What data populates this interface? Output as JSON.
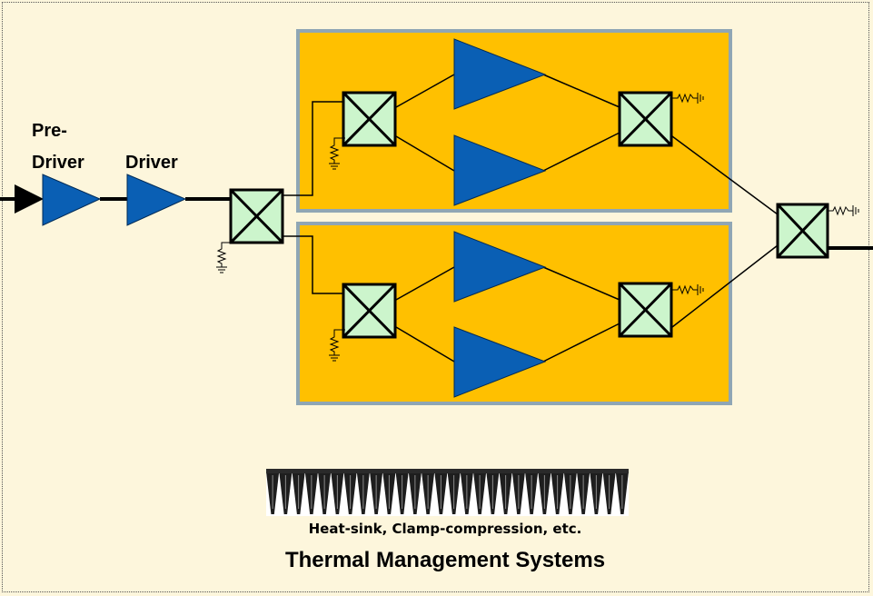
{
  "labels": {
    "pre_driver_line1": "Pre-",
    "pre_driver_line2": "Driver",
    "driver": "Driver"
  },
  "footer": {
    "heatsink_caption": "Heat-sink, Clamp-compression, etc.",
    "thermal_title": "Thermal Management Systems"
  },
  "colors": {
    "background": "#fdf6dc",
    "amp_stage_fill": "#ffc000",
    "amp_stage_border": "#8fa6b5",
    "amplifier": "#0a5fb4",
    "hybrid_coupler": "#ccf5cc"
  }
}
